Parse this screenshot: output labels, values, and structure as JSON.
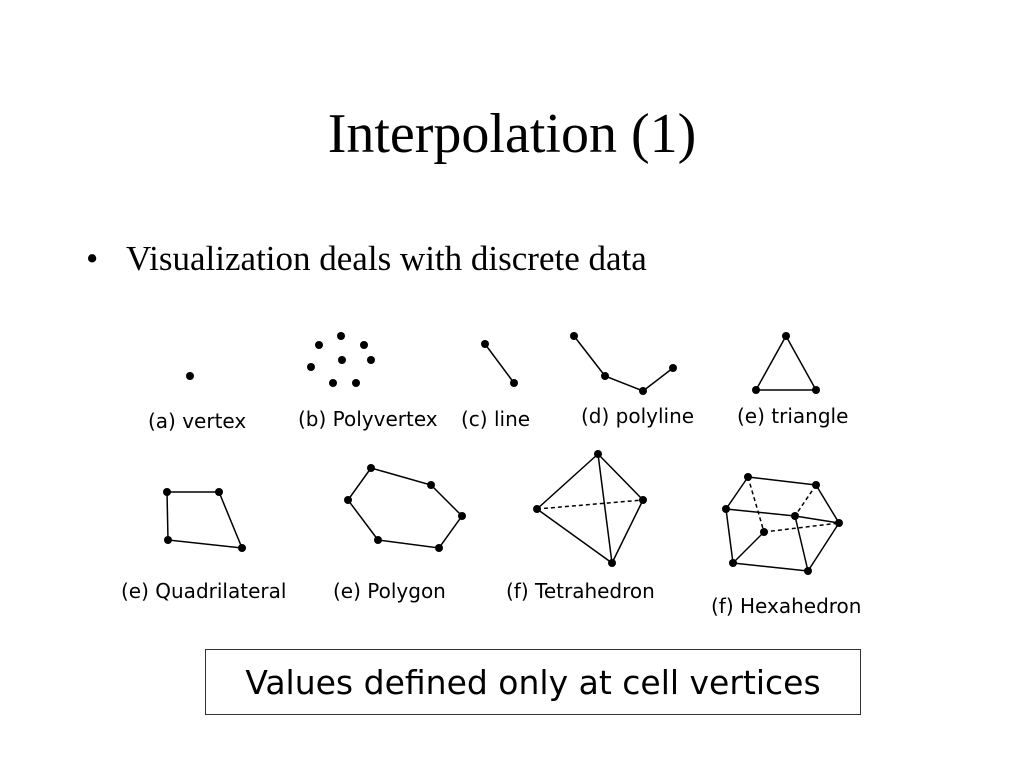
{
  "slide": {
    "title": "Interpolation (1)",
    "bullet": "Visualization deals with discrete data",
    "bullet_marker": "•"
  },
  "cells": {
    "vertex": "(a) vertex",
    "polyvertex": "(b) Polyvertex",
    "line": "(c) line",
    "polyline": "(d) polyline",
    "triangle": "(e) triangle",
    "quadrilateral": "(e) Quadrilateral",
    "polygon": "(e) Polygon",
    "tetrahedron": "(f) Tetrahedron",
    "hexahedron": "(f) Hexahedron"
  },
  "callout": "Values defined only at cell vertices"
}
